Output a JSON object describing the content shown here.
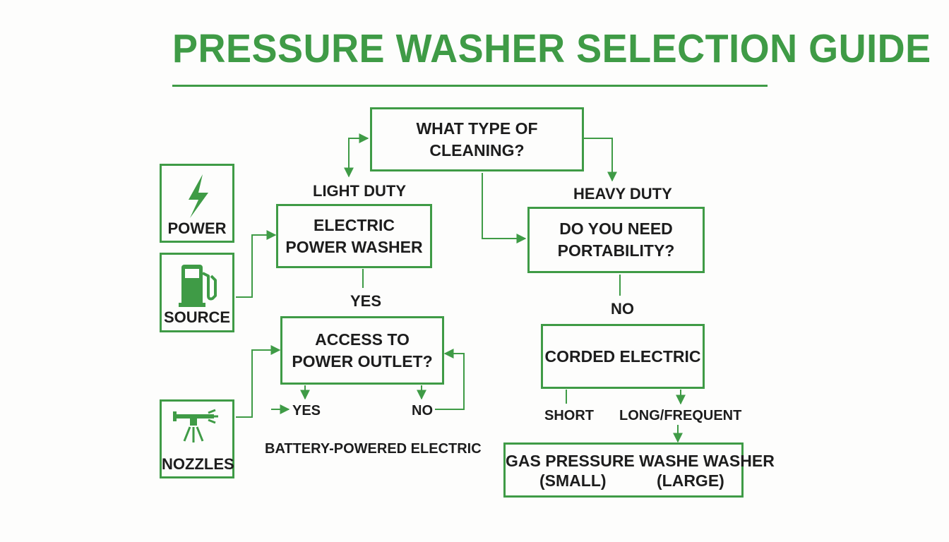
{
  "title": "PRESSURE WASHER SELECTION GUIDE",
  "colors": {
    "accent": "#3f9b46",
    "text": "#1d1d1d",
    "background": "#fdfdfc"
  },
  "nodes": {
    "cleaning_type": {
      "line1": "WHAT TYPE OF",
      "line2": "CLEANING?"
    },
    "electric_washer": {
      "line1": "ELECTRIC",
      "line2": "POWER WASHER"
    },
    "portability": {
      "line1": "DO YOU NEED",
      "line2": "PORTABILITY?"
    },
    "power_outlet": {
      "line1": "ACCESS TO",
      "line2": "POWER OUTLET?"
    },
    "corded_electric": {
      "line1": "CORDED ELECTRIC"
    },
    "gas_washer": {
      "line1": "GAS PRESSURE WASHE WASHER",
      "small": "(SMALL)",
      "large": "(LARGE)"
    }
  },
  "edge_labels": {
    "light_duty": "LIGHT DUTY",
    "heavy_duty": "HEAVY DUTY",
    "yes_electric": "YES",
    "no_portability": "NO",
    "yes_outlet": "YES",
    "no_outlet": "NO",
    "short": "SHORT",
    "long_frequent": "LONG/FREQUENT"
  },
  "result_labels": {
    "battery_powered": "BATTERY-POWERED ELECTRIC"
  },
  "side_panels": [
    {
      "label": "POWER",
      "icon": "lightning-bolt-icon"
    },
    {
      "label": "SOURCE",
      "icon": "fuel-pump-icon"
    },
    {
      "label": "NOZZLES",
      "icon": "spray-nozzle-icon"
    }
  ]
}
